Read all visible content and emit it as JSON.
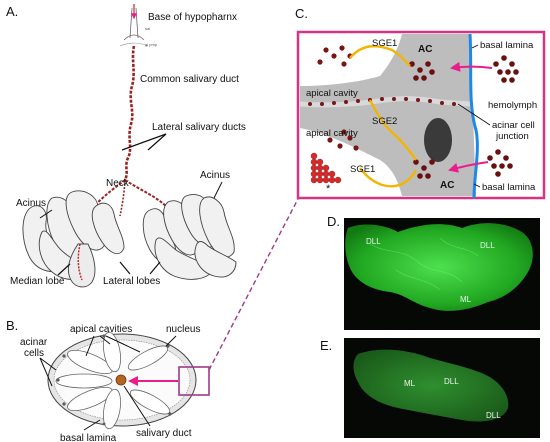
{
  "panels": {
    "a": {
      "letter": "A.",
      "base_label": "Base of hypopharnx",
      "common_duct_label": "Common salivary duct",
      "lateral_ducts_label": "Lateral salivary ducts",
      "neck_label": "Neck",
      "acinus_left_label": "Acinus",
      "acinus_right_label": "Acinus",
      "median_lobe_label": "Median lobe",
      "lateral_lobes_label": "Lateral lobes",
      "tiny_labels": [
        "sal",
        "gl pmp"
      ]
    },
    "b": {
      "letter": "B.",
      "apical_cavities_label": "apical cavities",
      "nucleus_label": "nucleus",
      "acinar_cells_label_1": "acinar",
      "acinar_cells_label_2": "cells",
      "basal_lamina_label": "basal lamina",
      "salivary_duct_label": "salivary duct"
    },
    "c": {
      "letter": "C.",
      "sge1_top_label": "SGE1",
      "sge2_label": "SGE2",
      "sge1_bottom_label": "SGE1",
      "ac_top_label": "AC",
      "ac_bottom_label": "AC",
      "apical_cavity_top_label": "apical cavity",
      "apical_cavity_bottom_label": "apical cavity",
      "basal_lamina_top_label": "basal lamina",
      "hemolymph_label": "hemolymph",
      "junction_label_1": "acinar cell",
      "junction_label_2": "junction",
      "basal_lamina_bottom_label": "basal lamina",
      "asterisk": "*"
    },
    "d": {
      "letter": "D.",
      "dll_left": "DLL",
      "dll_right": "DLL",
      "ml": "ML"
    },
    "e": {
      "letter": "E.",
      "ml": "ML",
      "dll_top": "DLL",
      "dll_bottom": "DLL"
    }
  },
  "colors": {
    "magenta_border": "#d63384",
    "pink_arrow": "#e91e8c",
    "duct_red": "#c62828",
    "sge_orange": "#f5b400",
    "lamina_blue": "#1e88e5",
    "cell_gray": "#b9b9b9",
    "nucleus_dark": "#3a3a3a",
    "vesicle": "#7a1515",
    "cluster_red": "#d42a2a",
    "fluor_green": "#33cc33"
  }
}
